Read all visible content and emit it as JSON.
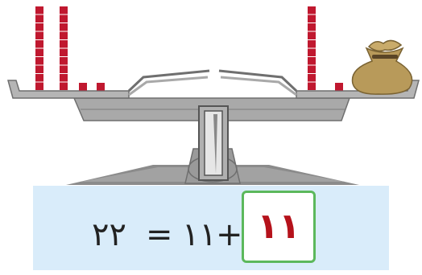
{
  "colors": {
    "unit_block": "#c0182f",
    "scale_body": "#a9a9a9",
    "scale_dark": "#6f6f6f",
    "panel_bg": "#d9ecfa",
    "answer_border": "#5cb85c",
    "answer_text": "#b5121b"
  },
  "scale": {
    "left_pan": {
      "tens_rods": 2,
      "ones_cubes": 2
    },
    "right_pan": {
      "tens_rods": 1,
      "ones_cubes": 1,
      "extra_item": "money-bag-icon"
    }
  },
  "equation": {
    "answer": "١١",
    "plus": "+",
    "addend": "١١",
    "equals": "=",
    "total": "٢٢"
  }
}
